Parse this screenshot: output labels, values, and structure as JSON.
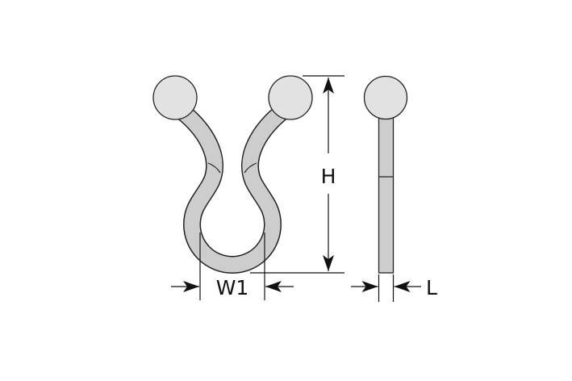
{
  "labels": {
    "height": "H",
    "width": "W1",
    "thickness": "L"
  },
  "colors": {
    "part_fill": "#cdcdcd",
    "ball_fill": "#e2e2e2",
    "outline": "#222222"
  }
}
